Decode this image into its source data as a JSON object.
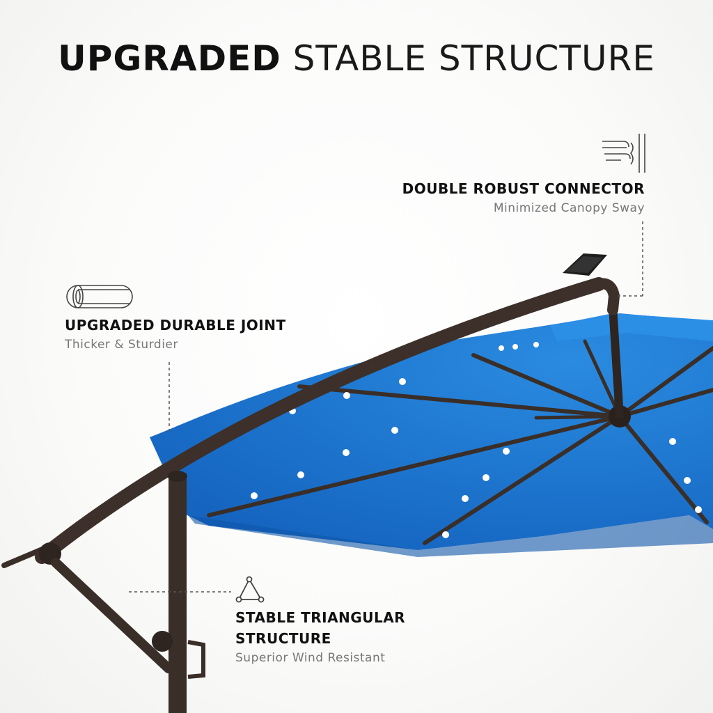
{
  "title": {
    "bold": "UPGRADED",
    "light": "STABLE STRUCTURE"
  },
  "features": {
    "connector": {
      "heading": "DOUBLE ROBUST CONNECTOR",
      "sub": "Minimized Canopy Sway",
      "icon": "wind-connector-icon"
    },
    "joint": {
      "heading": "UPGRADED DURABLE JOINT",
      "sub": "Thicker & Sturdier",
      "icon": "pipe-tube-icon"
    },
    "triangle": {
      "heading_line1": "STABLE TRIANGULAR",
      "heading_line2": "STRUCTURE",
      "sub": "Superior Wind Resistant",
      "icon": "triangle-structure-icon"
    }
  },
  "colors": {
    "canopy": "#1a78d1",
    "frame": "#3a2e28",
    "text": "#111111",
    "subtext": "#777777"
  }
}
